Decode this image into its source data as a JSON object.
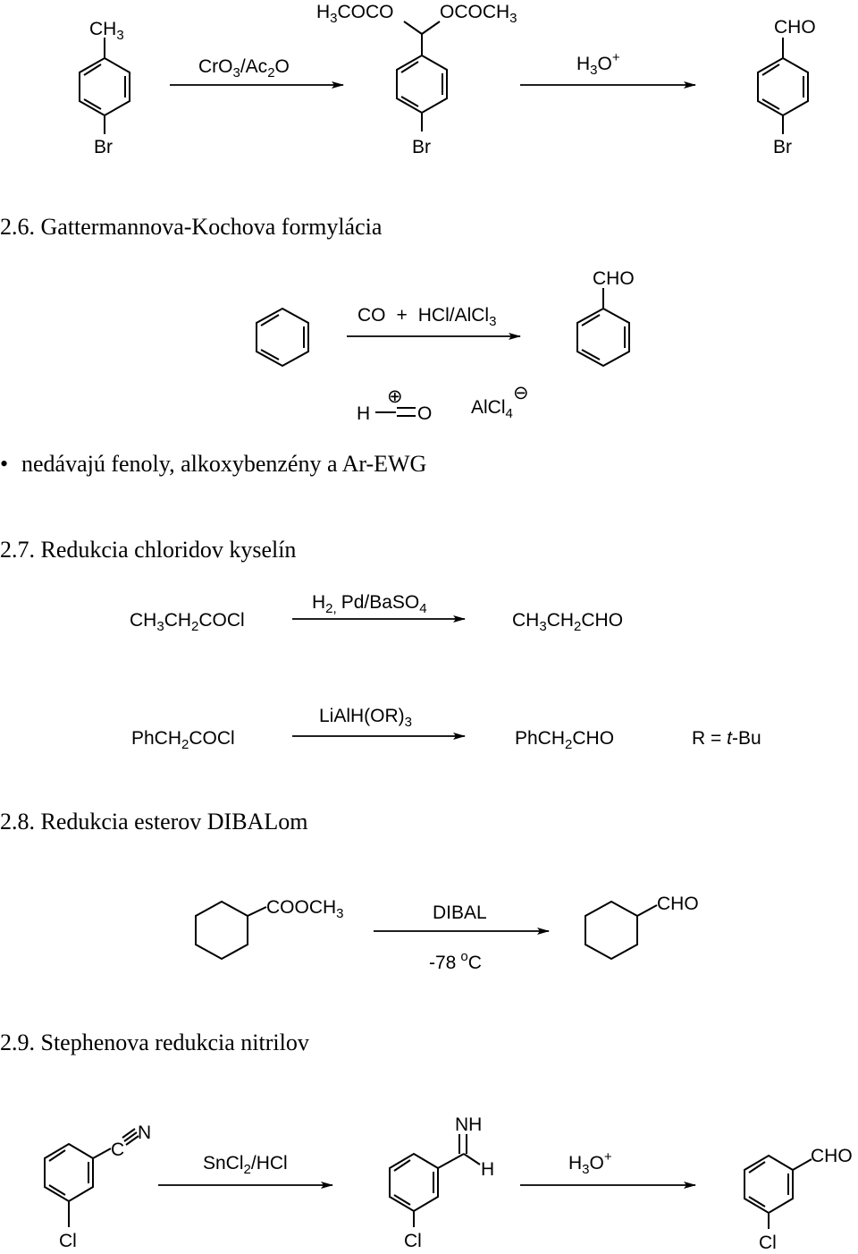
{
  "reaction_1": {
    "start_top": "CH",
    "start_top_sub": "3",
    "start_bottom": "Br",
    "reagent": "CrO",
    "reagent_sub1": "3",
    "reagent_mid": "/Ac",
    "reagent_sub2": "2",
    "reagent_end": "O",
    "inter_left": "H",
    "inter_left_sub": "3",
    "inter_left_end": "COCO",
    "inter_right": "OCOCH",
    "inter_right_sub": "3",
    "inter_bottom": "Br",
    "reagent2": "H",
    "reagent2_sub": "3",
    "reagent2_end": "O",
    "reagent2_sup": "+",
    "product_top": "CHO",
    "product_bottom": "Br"
  },
  "section_2_6": {
    "heading": "2.6. Gattermannova-Kochova formylácia",
    "reagent_a": "CO",
    "reagent_plus": "+",
    "reagent_b": "HCl/AlCl",
    "reagent_b_sub": "3",
    "product_top": "CHO",
    "cation_h": "H",
    "cation_o": "O",
    "cation_charge": "⊕",
    "anion": "AlCl",
    "anion_sub": "4",
    "anion_charge": "⊖",
    "bullet": "•",
    "note": "nedávajú fenoly, alkoxybenzény a Ar-EWG"
  },
  "section_2_7": {
    "heading": "2.7. Redukcia chloridov kyselín",
    "r1_start": "CH",
    "r1_start_sub1": "3",
    "r1_start_mid": "CH",
    "r1_start_sub2": "2",
    "r1_start_end": "COCl",
    "r1_reagent": "H",
    "r1_reagent_sub": "2,",
    "r1_reagent_end": "Pd/BaSO",
    "r1_reagent_sub2": "4",
    "r1_product": "CH",
    "r1_product_sub1": "3",
    "r1_product_mid": "CH",
    "r1_product_sub2": "2",
    "r1_product_end": "CHO",
    "r2_start": "PhCH",
    "r2_start_sub": "2",
    "r2_start_end": "COCl",
    "r2_reagent": "LiAlH(OR)",
    "r2_reagent_sub": "3",
    "r2_product": "PhCH",
    "r2_product_sub": "2",
    "r2_product_end": "CHO",
    "r2_note": "R = ",
    "r2_note_italic": "t",
    "r2_note_end": "-Bu"
  },
  "section_2_8": {
    "heading": "2.8. Redukcia esterov DIBALom",
    "start_label": "COOCH",
    "start_label_sub": "3",
    "reagent_top": "DIBAL",
    "reagent_bottom": "-78",
    "reagent_bottom_sup": "o",
    "reagent_bottom_end": "C",
    "product_label": "CHO"
  },
  "section_2_9": {
    "heading": "2.9. Stephenova redukcia nitrilov",
    "start_c": "C",
    "start_n": "N",
    "start_cl": "Cl",
    "reagent": "SnCl",
    "reagent_sub": "2",
    "reagent_end": "/HCl",
    "inter_nh": "NH",
    "inter_h": "H",
    "inter_cl": "Cl",
    "reagent2": "H",
    "reagent2_sub": "3",
    "reagent2_end": "O",
    "reagent2_sup": "+",
    "product_label": "CHO",
    "product_cl": "Cl"
  }
}
